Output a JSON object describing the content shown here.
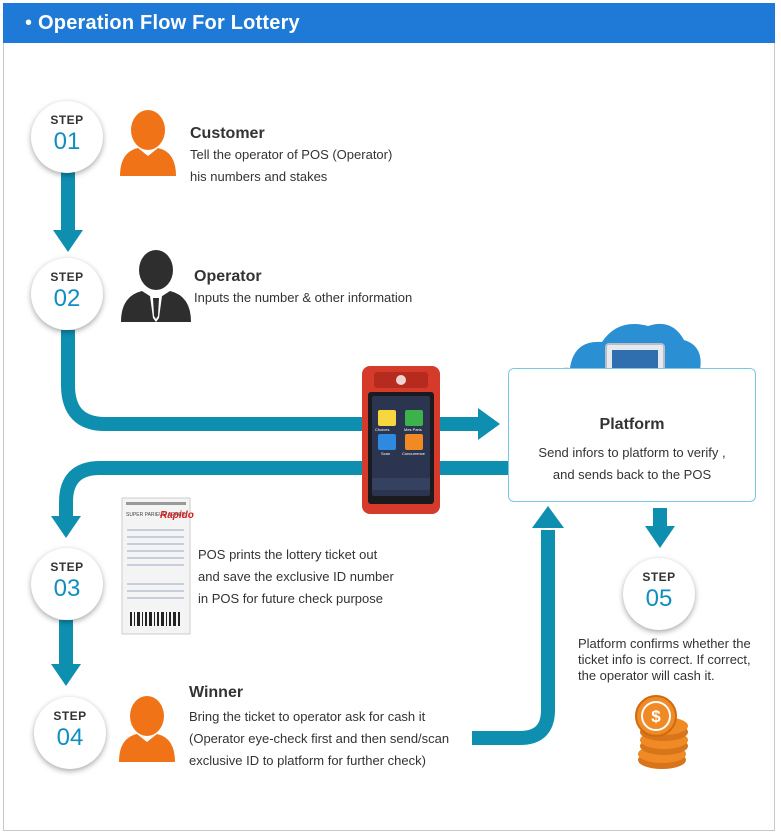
{
  "header": {
    "title": "Operation Flow For Lottery"
  },
  "steps": [
    {
      "label": "STEP",
      "number": "01",
      "title": "Customer",
      "lines": [
        "Tell the operator of POS (Operator)",
        "his numbers and stakes"
      ]
    },
    {
      "label": "STEP",
      "number": "02",
      "title": "Operator",
      "lines": [
        "Inputs the number & other information"
      ]
    },
    {
      "label": "STEP",
      "number": "03",
      "lines": [
        "POS prints the lottery ticket out",
        "and save the exclusive ID number",
        "in POS for future check purpose"
      ]
    },
    {
      "label": "STEP",
      "number": "04",
      "title": "Winner",
      "lines": [
        "Bring the ticket to operator ask for cash it",
        "(Operator eye-check first and then send/scan",
        "exclusive ID to platform for further check)"
      ]
    },
    {
      "label": "STEP",
      "number": "05",
      "lines": [
        "Platform confirms whether the",
        "ticket info is correct. If correct,",
        "the operator will cash it."
      ]
    }
  ],
  "platform": {
    "title": "Platform",
    "lines": [
      "Send infors to platform to verify ,",
      "and sends back to the POS"
    ]
  },
  "pos": {
    "apps": [
      "Choices",
      "Mes Paris",
      "Scan",
      "Concurrence"
    ]
  },
  "ticket": {
    "brand": "Rapido",
    "header": "SUPER PARIEUR AGREE"
  },
  "colors": {
    "flow": "#0f8fb0",
    "header": "#1e7ad6",
    "person": "#f07417",
    "operator": "#2e2e2e"
  }
}
